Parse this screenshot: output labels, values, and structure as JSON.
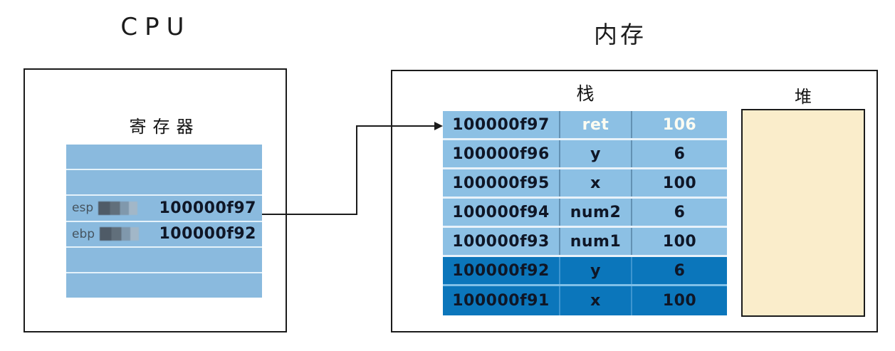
{
  "titles": {
    "cpu": "CPU",
    "memory": "内存"
  },
  "colors": {
    "register_blue": "#8abade",
    "stack_light": "#8cc0e4",
    "stack_dark": "#0b76bb",
    "heap_fill": "#faedcb",
    "dark_text": "#0f1626",
    "white_text": "#fcfcf2"
  },
  "cpu": {
    "register_label": "寄存器",
    "register_rows": [
      {
        "name": "",
        "value": "",
        "redacted": false
      },
      {
        "name": "",
        "value": "",
        "redacted": false
      },
      {
        "name": "esp",
        "value": "100000f97",
        "redacted": true
      },
      {
        "name": "ebp",
        "value": "100000f92",
        "redacted": true
      },
      {
        "name": "",
        "value": "",
        "redacted": false
      },
      {
        "name": "",
        "value": "",
        "redacted": false
      }
    ]
  },
  "memory": {
    "stack_label": "栈",
    "heap_label": "堆",
    "stack_rows": [
      {
        "address": "100000f97",
        "name": "ret",
        "value": "106",
        "style": "light",
        "text": "white"
      },
      {
        "address": "100000f96",
        "name": "y",
        "value": "6",
        "style": "light",
        "text": "dark"
      },
      {
        "address": "100000f95",
        "name": "x",
        "value": "100",
        "style": "light",
        "text": "dark"
      },
      {
        "address": "100000f94",
        "name": "num2",
        "value": "6",
        "style": "light",
        "text": "dark"
      },
      {
        "address": "100000f93",
        "name": "num1",
        "value": "100",
        "style": "light",
        "text": "dark"
      },
      {
        "address": "100000f92",
        "name": "y",
        "value": "6",
        "style": "dark",
        "text": "dark"
      },
      {
        "address": "100000f91",
        "name": "x",
        "value": "100",
        "style": "dark",
        "text": "dark"
      }
    ]
  },
  "arrow": {
    "from_register": "esp",
    "points_to_address": "100000f97"
  }
}
